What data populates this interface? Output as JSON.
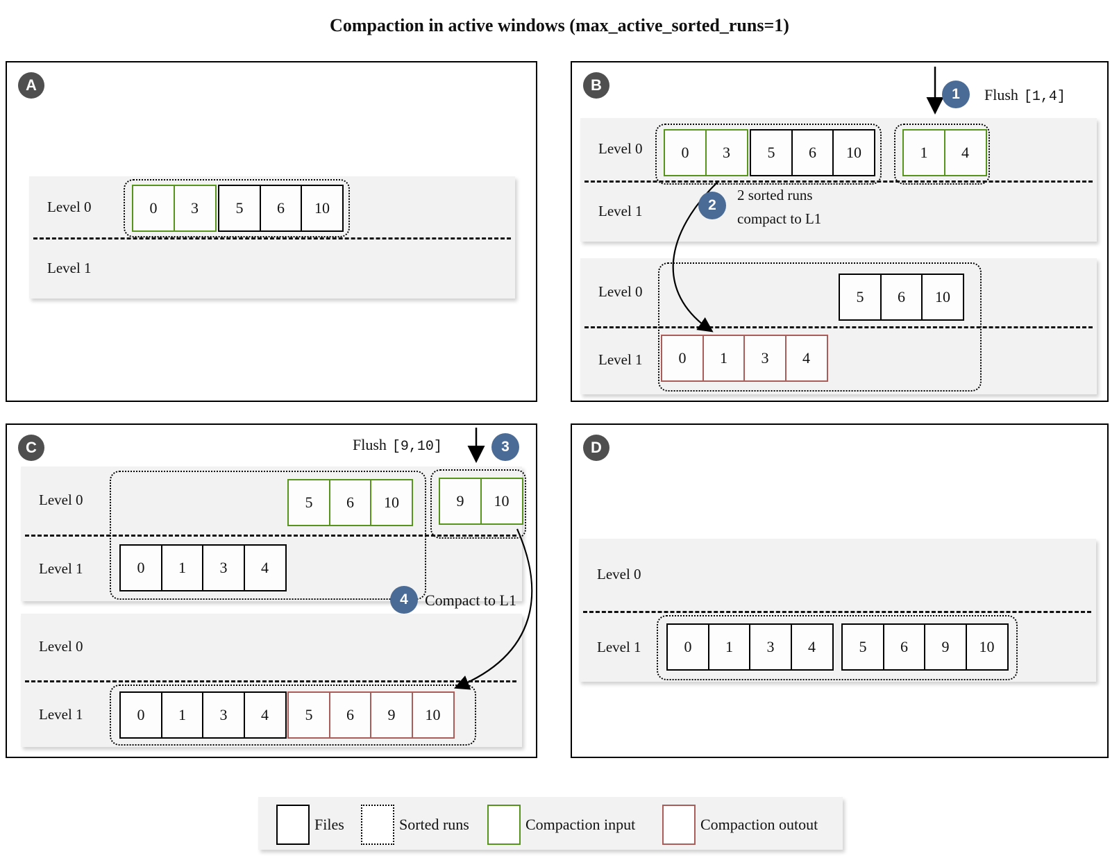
{
  "title": "Compaction in active windows (max_active_sorted_runs=1)",
  "colors": {
    "panel_badge_bg": "#4f4f4f",
    "step_badge_bg": "#4a6b96",
    "files_border": "#000000",
    "compaction_input_border": "#56941e",
    "compaction_output_border": "#a85d58",
    "band_bg": "#f2f2f2"
  },
  "panels": {
    "a": {
      "badge": "A",
      "level0": "Level 0",
      "level1": "Level 1",
      "run": {
        "input": [
          "0",
          "3"
        ],
        "files": [
          "5",
          "6",
          "10"
        ]
      }
    },
    "b": {
      "badge": "B",
      "flush": {
        "num": "1",
        "label": "Flush",
        "range": "[1,4]"
      },
      "compact": {
        "num": "2",
        "line1": "2 sorted runs",
        "line2": "compact to L1"
      },
      "top": {
        "level0": "Level 0",
        "level1": "Level 1",
        "input": [
          "0",
          "3"
        ],
        "files": [
          "5",
          "6",
          "10"
        ],
        "flushed": [
          "1",
          "4"
        ]
      },
      "bottom": {
        "level0": "Level 0",
        "level1": "Level 1",
        "files": [
          "5",
          "6",
          "10"
        ],
        "output": [
          "0",
          "1",
          "3",
          "4"
        ]
      }
    },
    "c": {
      "badge": "C",
      "flush": {
        "num": "3",
        "label": "Flush",
        "range": "[9,10]"
      },
      "compact": {
        "num": "4",
        "label": "Compact to L1"
      },
      "top": {
        "level0": "Level 0",
        "level1": "Level 1",
        "input": [
          "5",
          "6",
          "10"
        ],
        "flushed": [
          "9",
          "10"
        ],
        "files": [
          "0",
          "1",
          "3",
          "4"
        ]
      },
      "bottom": {
        "level0": "Level 0",
        "level1": "Level 1",
        "files": [
          "0",
          "1",
          "3",
          "4"
        ],
        "output": [
          "5",
          "6",
          "9",
          "10"
        ]
      }
    },
    "d": {
      "badge": "D",
      "level0": "Level 0",
      "level1": "Level 1",
      "run1": [
        "0",
        "1",
        "3",
        "4"
      ],
      "run2": [
        "5",
        "6",
        "9",
        "10"
      ]
    }
  },
  "legend": {
    "files": "Files",
    "sorted_runs": "Sorted runs",
    "compaction_input": "Compaction input",
    "compaction_output": "Compaction outout"
  }
}
